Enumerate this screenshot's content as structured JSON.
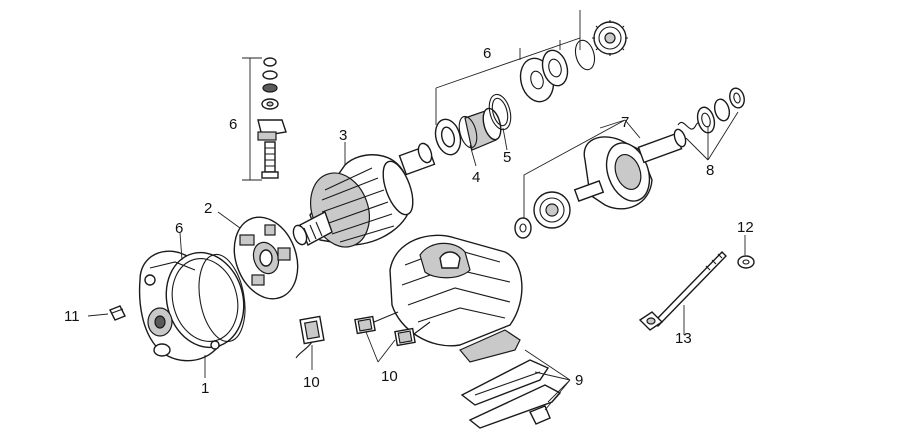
{
  "callouts": {
    "c1": "1",
    "c2": "2",
    "c3": "3",
    "c4": "4",
    "c5": "5",
    "c6_top": "6",
    "c6_left": "6",
    "c6_cover": "6",
    "c7": "7",
    "c8": "8",
    "c9": "9",
    "c10_brush": "10",
    "c10_pair": "10",
    "c11": "11",
    "c12": "12",
    "c13": "13"
  }
}
